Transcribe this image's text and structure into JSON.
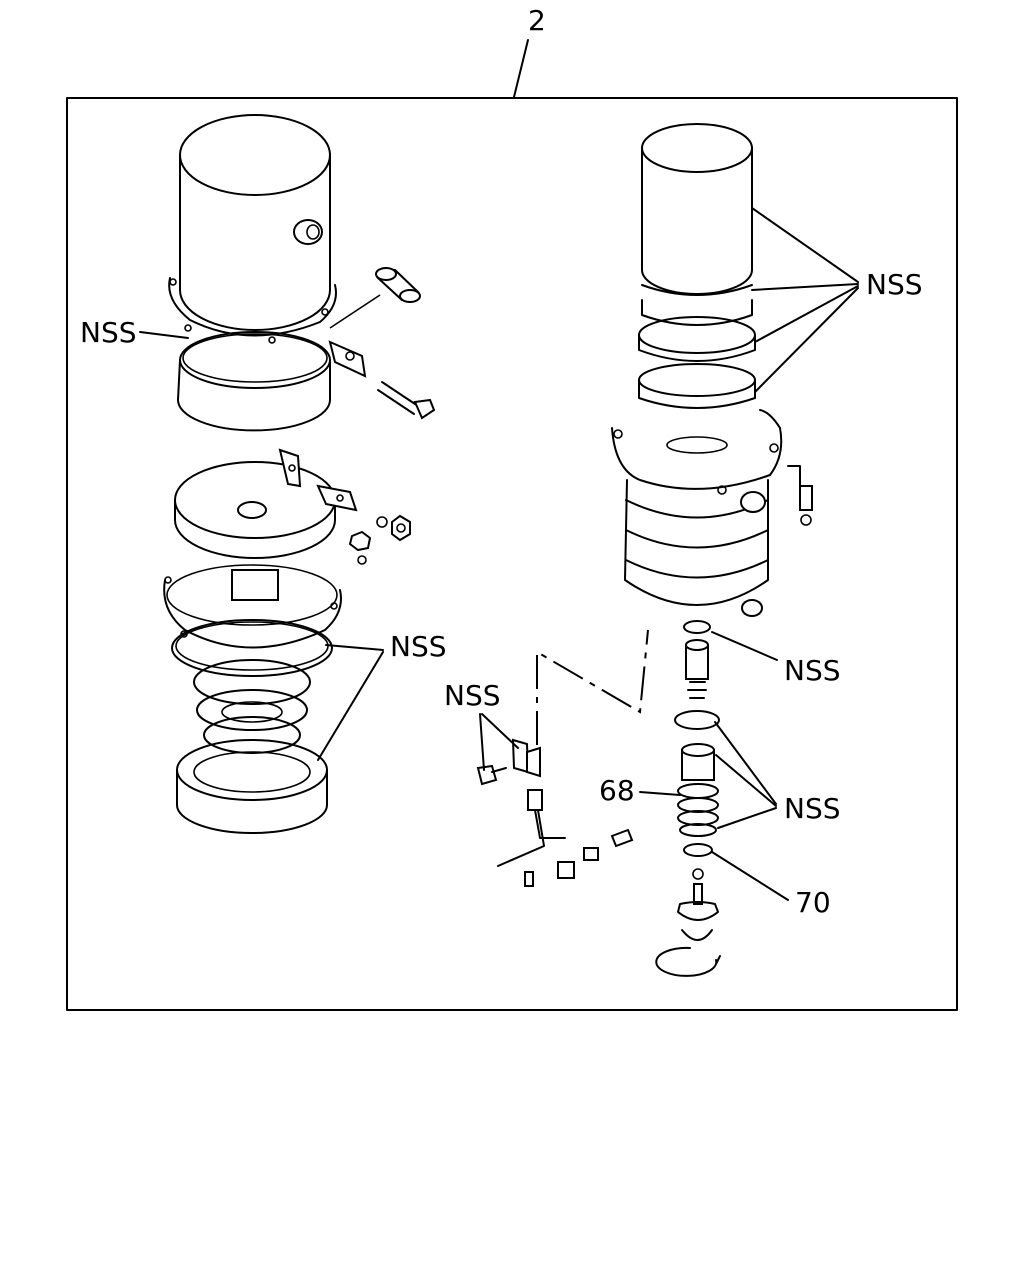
{
  "callouts": {
    "top": "2",
    "left_top": "NSS",
    "left_bottom": "NSS",
    "mid_bracket": "NSS",
    "right_top": "NSS",
    "right_oring": "NSS",
    "right_seals": "NSS",
    "part_68": "68",
    "part_70": "70"
  }
}
